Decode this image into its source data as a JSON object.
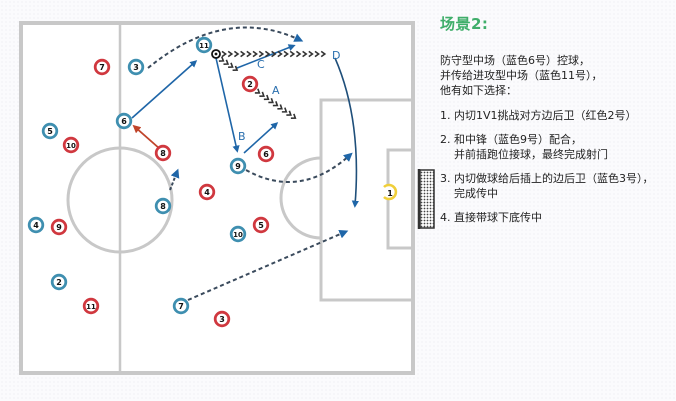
{
  "colors": {
    "blue_team": "#3f8fb0",
    "red_team": "#d0383f",
    "arrow_blue": "#1f66a8",
    "arrow_red": "#c0442a",
    "dribble": "#333333",
    "pitch_line": "#c8c8c8",
    "keeper": "#f0cf3a",
    "title_green": "#3fae6a"
  },
  "panel": {
    "title": "场景2:",
    "intro": [
      "防守型中场（蓝色6号）控球，",
      "并传给进攻型中场（蓝色11号），",
      "他有如下选择："
    ],
    "options": [
      {
        "lines": [
          "1. 内切1V1挑战对方边后卫（红色2号）"
        ]
      },
      {
        "lines": [
          "2. 和中锋（蓝色9号）配合，",
          "并前插跑位接球，最终完成射门"
        ]
      },
      {
        "lines": [
          "3. 内切做球给后插上的边后卫（蓝色3号），",
          "完成传中"
        ]
      },
      {
        "lines": [
          "4. 直接带球下底传中"
        ]
      }
    ]
  },
  "diagram": {
    "route_labels": [
      "A",
      "B",
      "C",
      "D"
    ],
    "blue_players": [
      {
        "number": "3",
        "role": "left-back"
      },
      {
        "number": "11",
        "role": "attacking-midfielder"
      },
      {
        "number": "6",
        "role": "defensive-midfielder"
      },
      {
        "number": "5"
      },
      {
        "number": "8"
      },
      {
        "number": "4"
      },
      {
        "number": "9",
        "role": "striker"
      },
      {
        "number": "10"
      },
      {
        "number": "2"
      },
      {
        "number": "7"
      }
    ],
    "red_players": [
      {
        "number": "7"
      },
      {
        "number": "2",
        "role": "full-back"
      },
      {
        "number": "10"
      },
      {
        "number": "8"
      },
      {
        "number": "6"
      },
      {
        "number": "4"
      },
      {
        "number": "9"
      },
      {
        "number": "5"
      },
      {
        "number": "11"
      },
      {
        "number": "3"
      }
    ],
    "goalkeeper": {
      "number": "1"
    }
  }
}
